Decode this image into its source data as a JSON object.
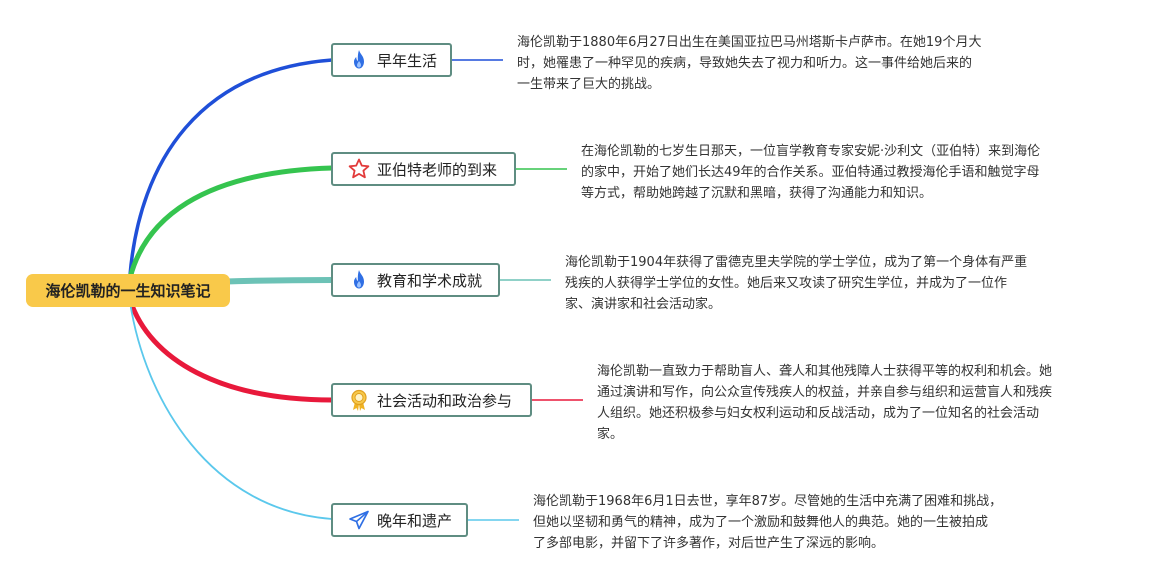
{
  "root": {
    "label": "海伦凯勒的一生知识笔记"
  },
  "branches": [
    {
      "label": "早年生活",
      "icon": "flame-icon",
      "color": "#1f4fd8",
      "note": "海伦凯勒于1880年6月27日出生在美国亚拉巴马州塔斯卡卢萨市。在她19个月大\n时，她罹患了一种罕见的疾病，导致她失去了视力和听力。这一事件给她后来的\n一生带来了巨大的挑战。"
    },
    {
      "label": "亚伯特老师的到来",
      "icon": "star-icon",
      "color": "#35c44f",
      "note": "在海伦凯勒的七岁生日那天，一位盲学教育专家安妮·沙利文（亚伯特）来到海伦\n的家中，开始了她们长达49年的合作关系。亚伯特通过教授海伦手语和触觉字母\n等方式，帮助她跨越了沉默和黑暗，获得了沟通能力和知识。"
    },
    {
      "label": "教育和学术成就",
      "icon": "flame-icon",
      "color": "#6cc2b6",
      "note": "海伦凯勒于1904年获得了雷德克里夫学院的学士学位，成为了第一个身体有严重\n残疾的人获得学士学位的女性。她后来又攻读了研究生学位，并成为了一位作\n家、演讲家和社会活动家。"
    },
    {
      "label": "社会活动和政治参与",
      "icon": "award-ribbon-icon",
      "color": "#e8193b",
      "note": "海伦凯勒一直致力于帮助盲人、聋人和其他残障人士获得平等的权利和机会。她\n通过演讲和写作，向公众宣传残疾人的权益，并亲自参与组织和运营盲人和残疾\n人组织。她还积极参与妇女权利运动和反战活动，成为了一位知名的社会活动\n家。"
    },
    {
      "label": "晚年和遗产",
      "icon": "paper-plane-icon",
      "color": "#5bc8ec",
      "note": "海伦凯勒于1968年6月1日去世，享年87岁。尽管她的生活中充满了困难和挑战，\n但她以坚韧和勇气的精神，成为了一个激励和鼓舞他人的典范。她的一生被拍成\n了多部电影，并留下了许多著作，对后世产生了深远的影响。"
    }
  ]
}
